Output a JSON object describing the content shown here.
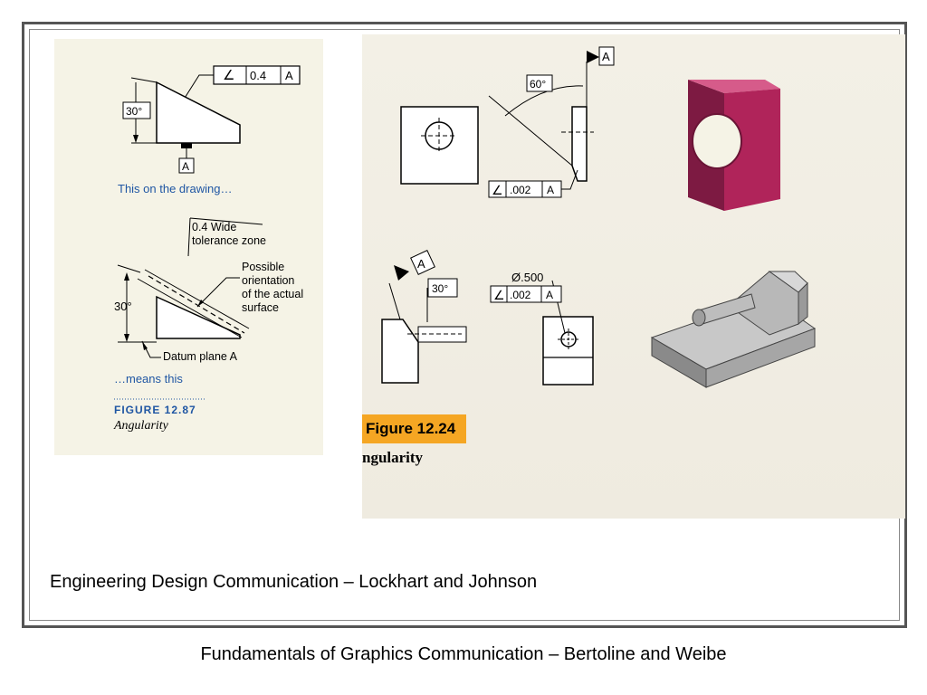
{
  "figure_87": {
    "callout_top": {
      "symbol": "∠",
      "tolerance": "0.4",
      "datum": "A"
    },
    "angle_top": "30°",
    "datum_top": "A",
    "drawing_caption": "This on the drawing…",
    "wide_zone_label": [
      "0.4 Wide",
      "tolerance zone"
    ],
    "orientation_label": [
      "Possible",
      "orientation",
      "of the actual",
      "surface"
    ],
    "angle_bottom": "30°",
    "datum_plane_label": "Datum plane A",
    "means_caption": "…means this",
    "figure_number": "FIGURE 12.87",
    "figure_title": "Angularity"
  },
  "figure_24": {
    "datum_top": "A",
    "angle_top": "60°",
    "callout_mid": {
      "symbol": "∠",
      "tolerance": ".002",
      "datum": "A"
    },
    "datum_lower": "A",
    "angle_lower": "30°",
    "diameter": "Ø.500",
    "callout_lower": {
      "symbol": "∠",
      "tolerance": ".002",
      "datum": "A"
    },
    "figure_number": "Figure 12.24",
    "figure_title": "ngularity"
  },
  "colors": {
    "accent_blue": "#1f56a3",
    "label_orange": "#f5a623",
    "block_magenta": "#b0245a",
    "block_grey": "#a6a6a6"
  },
  "captions": {
    "inner": "Engineering Design Communication – Lockhart and Johnson",
    "outer": "Fundamentals of Graphics Communication – Bertoline and Weibe"
  }
}
